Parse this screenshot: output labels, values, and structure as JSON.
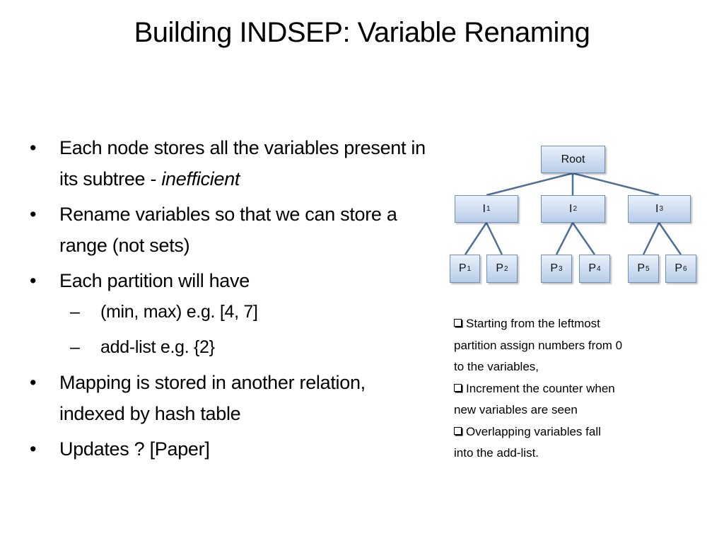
{
  "title": "Building INDSEP: Variable Renaming",
  "bullets": [
    {
      "text": "Each node stores all the variables present in its subtree - ",
      "emphasis": "inefficient"
    },
    {
      "text": "Rename variables so that we can store a range (not sets)"
    },
    {
      "text": "Each partition will have"
    },
    {
      "text": "Mapping is stored in another relation, indexed by hash table"
    },
    {
      "text": "Updates ? [Paper]"
    }
  ],
  "sub_bullets": [
    "(min, max)  e.g. [4, 7]",
    "add-list e.g. {2}"
  ],
  "bullet_symbol": "•",
  "sub_bullet_symbol": "–",
  "tree": {
    "root": "Root",
    "internal": [
      {
        "label": "I",
        "sub": "1"
      },
      {
        "label": "I",
        "sub": "2"
      },
      {
        "label": "I",
        "sub": "3"
      }
    ],
    "leaves": [
      {
        "label": "P",
        "sub": "1"
      },
      {
        "label": "P",
        "sub": "2"
      },
      {
        "label": "P",
        "sub": "3"
      },
      {
        "label": "P",
        "sub": "4"
      },
      {
        "label": "P",
        "sub": "5"
      },
      {
        "label": "P",
        "sub": "6"
      }
    ],
    "node_fill_top": "#e9f1fb",
    "node_fill_bottom": "#b8cde8",
    "edge_color": "#4f6f96"
  },
  "notes": [
    {
      "lines": [
        "Starting from the leftmost",
        "partition assign numbers from 0",
        "to the variables,"
      ]
    },
    {
      "lines": [
        "Increment the counter when",
        "new variables are seen"
      ]
    },
    {
      "lines": [
        "Overlapping variables fall",
        "into the add-list."
      ]
    }
  ]
}
